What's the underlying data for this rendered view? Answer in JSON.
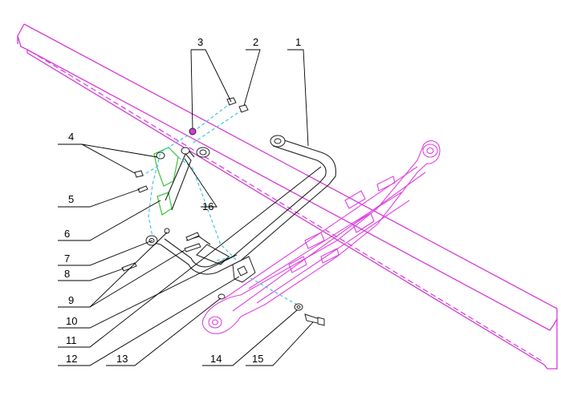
{
  "diagram": {
    "callouts": [
      {
        "id": "1",
        "label": "1"
      },
      {
        "id": "2",
        "label": "2"
      },
      {
        "id": "3",
        "label": "3"
      },
      {
        "id": "4",
        "label": "4"
      },
      {
        "id": "5",
        "label": "5"
      },
      {
        "id": "6",
        "label": "6"
      },
      {
        "id": "7",
        "label": "7"
      },
      {
        "id": "8",
        "label": "8"
      },
      {
        "id": "9",
        "label": "9"
      },
      {
        "id": "10",
        "label": "10"
      },
      {
        "id": "11",
        "label": "11"
      },
      {
        "id": "12",
        "label": "12"
      },
      {
        "id": "13",
        "label": "13"
      },
      {
        "id": "14",
        "label": "14"
      },
      {
        "id": "15",
        "label": "15"
      },
      {
        "id": "16",
        "label": "16"
      }
    ],
    "colors": {
      "frame": "#d63ad6",
      "beam": "#e040e0",
      "assembly_path": "#3fc6df",
      "bracket": "#39c43a",
      "lines": "#000000"
    }
  }
}
